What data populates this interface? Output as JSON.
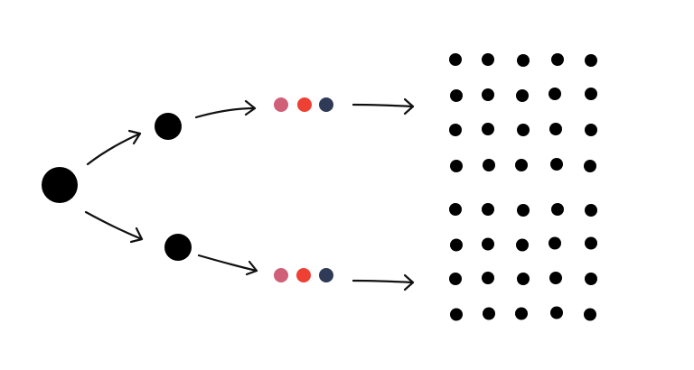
{
  "diagram": {
    "root": {
      "color": "#000000"
    },
    "branches": [
      {
        "node": {
          "color": "#000000"
        },
        "triplet": [
          {
            "color": "#d06078"
          },
          {
            "color": "#ee4033"
          },
          {
            "color": "#2f3a57"
          }
        ],
        "grid": {
          "rows": 4,
          "cols": 5,
          "color": "#000000"
        }
      },
      {
        "node": {
          "color": "#000000"
        },
        "triplet": [
          {
            "color": "#d06078"
          },
          {
            "color": "#ee4033"
          },
          {
            "color": "#2f3a57"
          }
        ],
        "grid": {
          "rows": 4,
          "cols": 5,
          "color": "#000000"
        }
      }
    ],
    "arrow_color": "#111111"
  }
}
